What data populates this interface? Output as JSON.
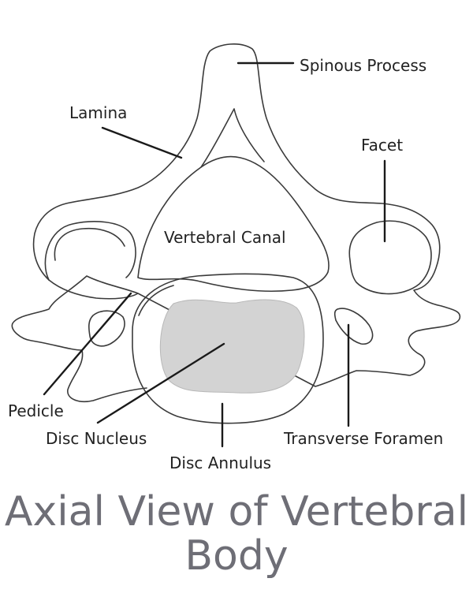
{
  "labels": {
    "spinous_process": "Spinous Process",
    "lamina": "Lamina",
    "facet": "Facet",
    "vertebral_canal": "Vertebral Canal",
    "pedicle": "Pedicle",
    "disc_nucleus": "Disc Nucleus",
    "disc_annulus": "Disc Annulus",
    "transverse_foramen": "Transverse Foramen"
  },
  "title": {
    "line1": "Axial View of Vertebral",
    "line2": "Body"
  },
  "colors": {
    "outline": "#3a3a3a",
    "leader": "#1a1a1a",
    "nucleus_fill": "#d3d3d3",
    "title": "#6e6e76",
    "background": "#ffffff"
  }
}
